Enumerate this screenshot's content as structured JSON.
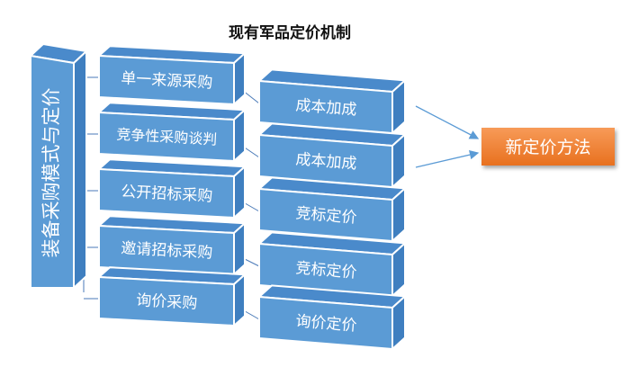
{
  "title": "现有军品定价机制",
  "root": {
    "label": "装备采购模式与定价"
  },
  "procurement_modes": [
    {
      "label": "单一来源采购"
    },
    {
      "label": "竞争性采购谈判"
    },
    {
      "label": "公开招标采购"
    },
    {
      "label": "邀请招标采购"
    },
    {
      "label": "询价采购"
    }
  ],
  "pricing_methods": [
    {
      "label": "成本加成"
    },
    {
      "label": "成本加成"
    },
    {
      "label": "竞标定价"
    },
    {
      "label": "竞标定价"
    },
    {
      "label": "询价定价"
    }
  ],
  "result": {
    "label": "新定价方法"
  },
  "arrows": [
    {
      "from": "pricing_methods.0",
      "to": "result"
    },
    {
      "from": "pricing_methods.1",
      "to": "result"
    }
  ],
  "colors": {
    "box_front": "#5b9bd5",
    "box_top": "#4a8acb",
    "box_side": "#3f7fc0",
    "box_edge": "#ffffff",
    "connector": "#4a7ab8",
    "result_top": "#f79a58",
    "result_bottom": "#e8701f",
    "arrow": "#5b9bd5",
    "text": "#ffffff",
    "title": "#111111"
  }
}
